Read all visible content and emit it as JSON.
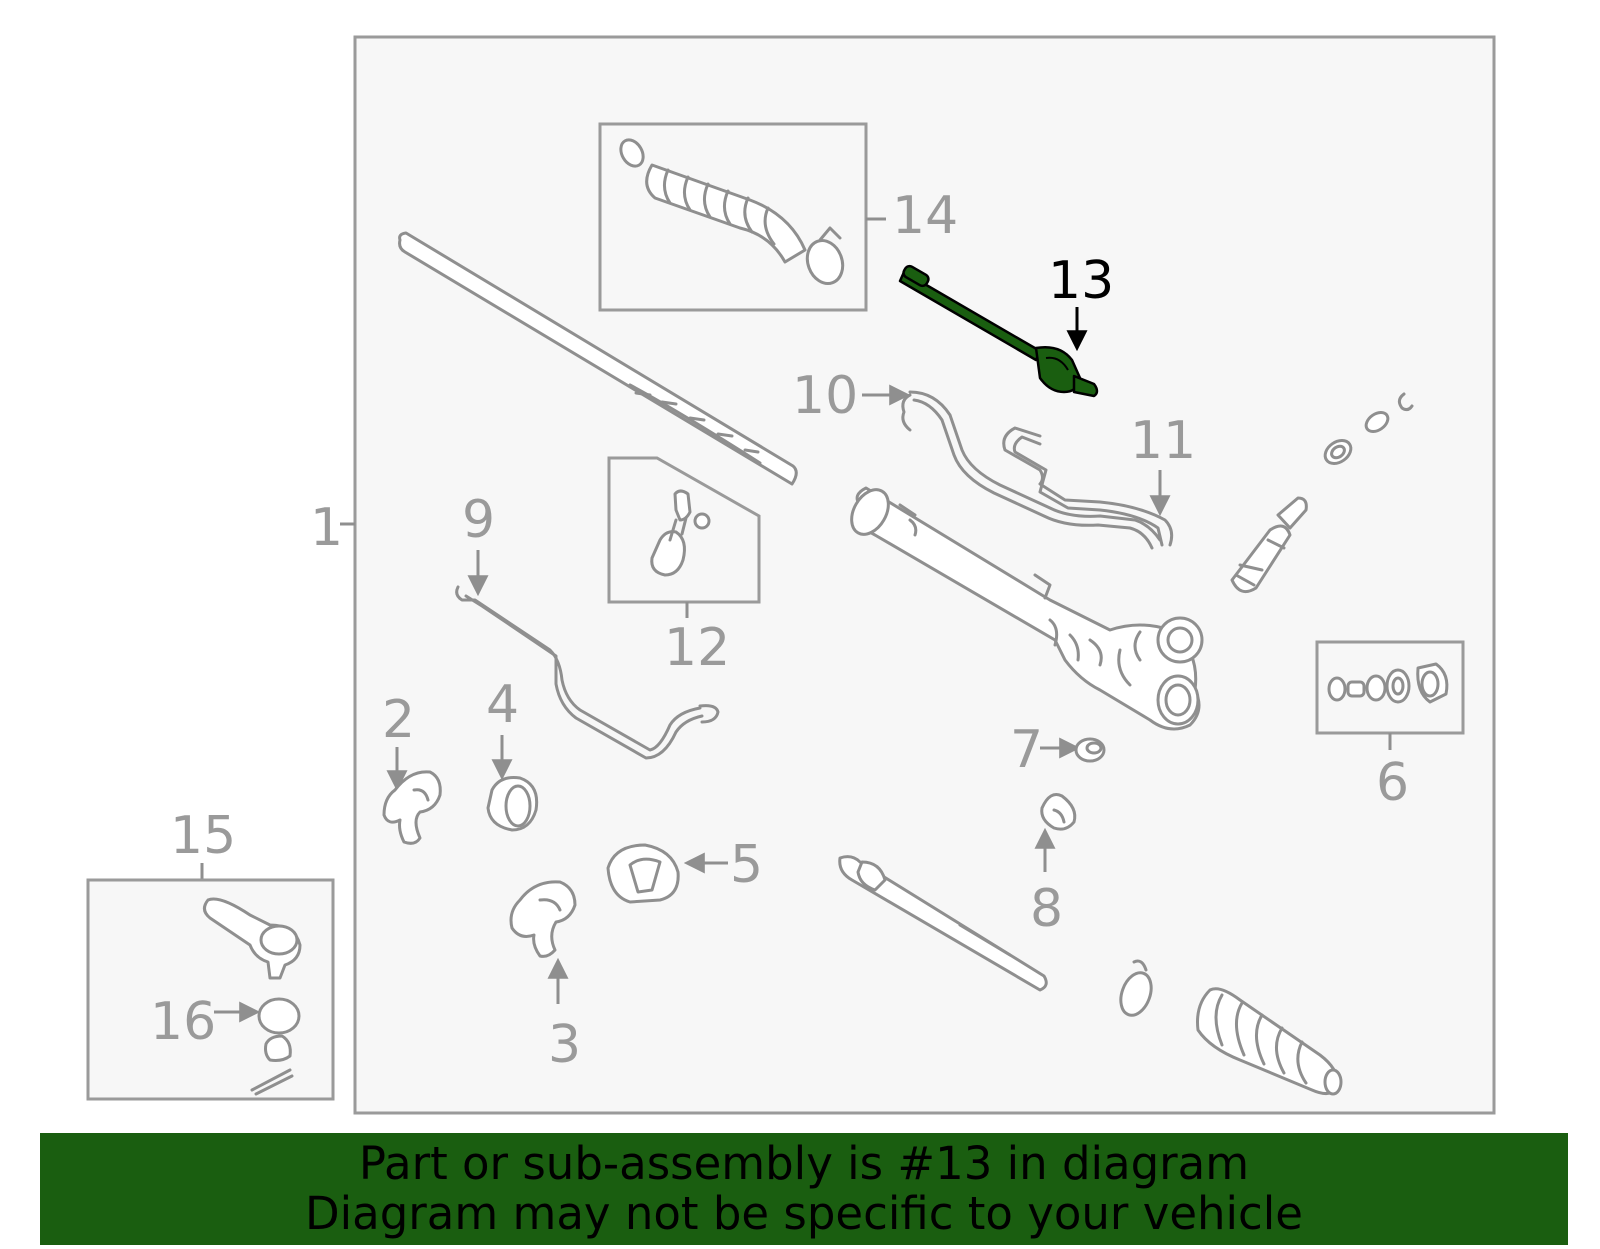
{
  "diagram": {
    "callouts": {
      "c1": "1",
      "c2": "2",
      "c3": "3",
      "c4": "4",
      "c5": "5",
      "c6": "6",
      "c7": "7",
      "c8": "8",
      "c9": "9",
      "c10": "10",
      "c11": "11",
      "c12": "12",
      "c13": "13",
      "c14": "14",
      "c15": "15",
      "c16": "16"
    },
    "highlight_part": "13",
    "colors": {
      "highlight": "#1a5e10",
      "line": "#8f8f8f",
      "panel": "#f7f7f7"
    }
  },
  "banner": {
    "line1": "Part or sub-assembly is #13 in diagram",
    "line2": "Diagram may not be specific to your vehicle"
  }
}
